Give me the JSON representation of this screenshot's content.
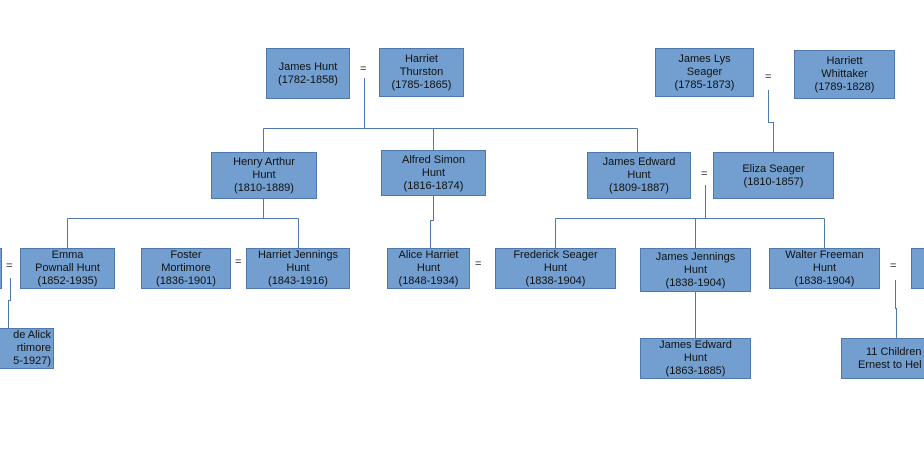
{
  "marriage_symbol": "=",
  "people": {
    "james_hunt": [
      "James Hunt",
      "(1782-1858)"
    ],
    "harriet_thurston": [
      "Harriet",
      "Thurston",
      "(1785-1865)"
    ],
    "james_lys_seager": [
      "James Lys",
      "Seager",
      "(1785-1873)"
    ],
    "harriett_whittaker": [
      "Harriett",
      "Whittaker",
      "(1789-1828)"
    ],
    "henry_arthur_hunt": [
      "Henry Arthur",
      "Hunt",
      "(1810-1889)"
    ],
    "alfred_simon_hunt": [
      "Alfred Simon",
      "Hunt",
      "(1816-1874)"
    ],
    "james_edward_hunt_1809": [
      "James Edward",
      "Hunt",
      "(1809-1887)"
    ],
    "eliza_seager": [
      "Eliza Seager",
      "(1810-1857)"
    ],
    "emma_pownall_hunt": [
      "Emma",
      "Pownall Hunt",
      "(1852-1935)"
    ],
    "foster_mortimore": [
      "Foster",
      "Mortimore",
      "(1836-1901)"
    ],
    "harriet_jennings_hunt": [
      "Harriet Jennings",
      "Hunt",
      "(1843-1916)"
    ],
    "alice_harriet_hunt": [
      "Alice Harriet",
      "Hunt",
      "(1848-1934)"
    ],
    "frederick_seager_hunt": [
      "Frederick Seager",
      "Hunt",
      "(1838-1904)"
    ],
    "james_jennings_hunt": [
      "James Jennings",
      "Hunt",
      "(1838-1904)"
    ],
    "walter_freeman_hunt": [
      "Walter Freeman",
      "Hunt",
      "(1838-1904)"
    ],
    "claude_alick_mortimore": [
      "de Alick",
      "rtimore",
      "5-1927)"
    ],
    "james_edward_hunt_1863": [
      "James Edward",
      "Hunt",
      "(1863-1885)"
    ],
    "eleven_children": [
      "11 Children",
      "Ernest to Hel"
    ]
  }
}
